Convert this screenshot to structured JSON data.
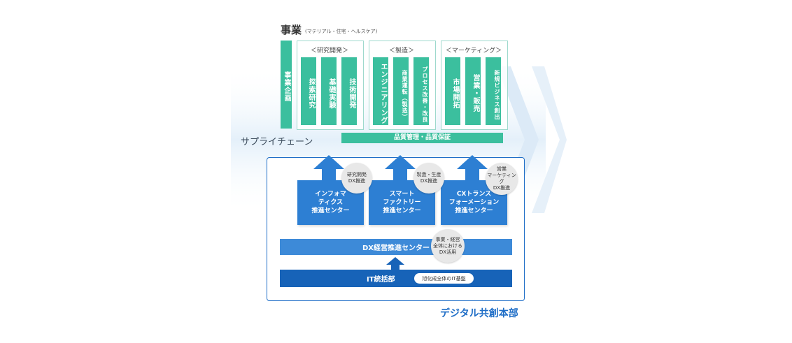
{
  "header": {
    "title": "事業",
    "subtitle": "(マテリアル・住宅・ヘルスケア)"
  },
  "left_bar": "事業企画",
  "groups": [
    {
      "label": "＜研究開発＞",
      "items": [
        "探索研究",
        "基礎実験",
        "技術開発"
      ]
    },
    {
      "label": "＜製造＞",
      "items": [
        "エンジニアリング",
        "商業運転（製造）",
        "プロセス改善・改良"
      ]
    },
    {
      "label": "＜マーケティング＞",
      "items": [
        "市場開拓",
        "営業・販売",
        "新規ビジネス創出"
      ]
    }
  ],
  "quality_bar": "品質管理・品質保証",
  "supply_chain": "サプライチェーン",
  "centers": [
    {
      "name_lines": [
        "インフォマ",
        "ティクス",
        "推進センター"
      ],
      "circle_lines": [
        "研究開発",
        "DX推進"
      ]
    },
    {
      "name_lines": [
        "スマート",
        "ファクトリー",
        "推進センター"
      ],
      "circle_lines": [
        "製造・生産",
        "DX推進"
      ]
    },
    {
      "name_lines": [
        "CXトランス",
        "フォーメーション",
        "推進センター"
      ],
      "circle_lines": [
        "営業",
        "マーケティング",
        "DX推進"
      ]
    }
  ],
  "dx_bar": {
    "label": "DX経営推進センター",
    "circle_lines": [
      "事業・経営",
      "全体における",
      "DX活用"
    ]
  },
  "it_bar": {
    "label": "IT統括部",
    "pill": "旭化成全体のIT基盤"
  },
  "footer": "デジタル共創本部",
  "colors": {
    "teal": "#3bbf9e",
    "blue": "#2d7fd3",
    "dark_blue": "#1763b8",
    "frame": "#1f6ec7"
  }
}
